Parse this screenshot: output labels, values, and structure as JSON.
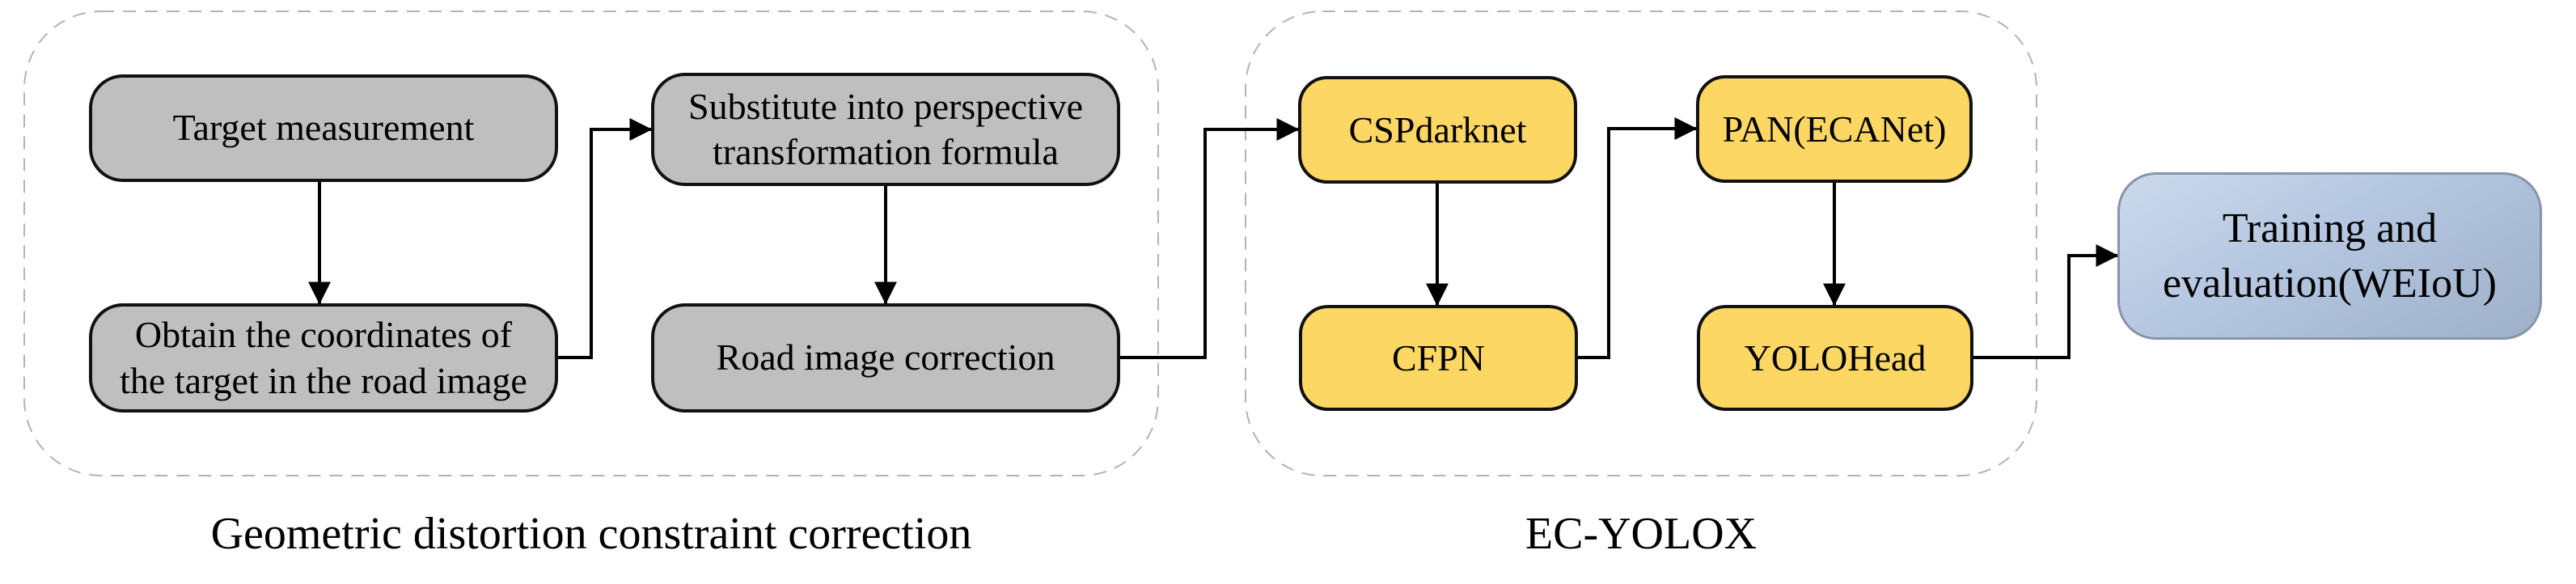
{
  "flowchart": {
    "sections": [
      {
        "id": "geometric-correction",
        "caption": "Geometric distortion constraint correction",
        "node_fill": "#bfbfbf",
        "nodes": [
          {
            "id": "target-measurement",
            "label": "Target measurement"
          },
          {
            "id": "obtain-coordinates",
            "label": "Obtain the coordinates of\nthe target in the road image"
          },
          {
            "id": "substitute-perspective",
            "label": "Substitute into perspective\ntransformation formula"
          },
          {
            "id": "road-image-correction",
            "label": "Road image correction"
          }
        ]
      },
      {
        "id": "ec-yolox",
        "caption": "EC-YOLOX",
        "node_fill": "#fcd763",
        "nodes": [
          {
            "id": "cspdarknet",
            "label": "CSPdarknet"
          },
          {
            "id": "cfpn",
            "label": "CFPN"
          },
          {
            "id": "pan-ecanet",
            "label": "PAN(ECANet)"
          },
          {
            "id": "yolohead",
            "label": "YOLOHead"
          }
        ]
      }
    ],
    "result_node": {
      "id": "training-evaluation",
      "label": "Training and\nevaluation(WEIoU)"
    },
    "edges": [
      {
        "from": "Target measurement",
        "to": "Obtain the coordinates of the target in the road image"
      },
      {
        "from": "Obtain the coordinates of the target in the road image",
        "to": "Substitute into perspective transformation formula"
      },
      {
        "from": "Substitute into perspective transformation formula",
        "to": "Road image correction"
      },
      {
        "from": "Road image correction",
        "to": "CSPdarknet"
      },
      {
        "from": "CSPdarknet",
        "to": "CFPN"
      },
      {
        "from": "CFPN",
        "to": "PAN(ECANet)"
      },
      {
        "from": "PAN(ECANet)",
        "to": "YOLOHead"
      },
      {
        "from": "YOLOHead",
        "to": "Training and evaluation(WEIoU)"
      }
    ],
    "colors": {
      "gray_node_fill": "#bfbfbf",
      "yellow_node_fill": "#fcd763",
      "node_border": "#111111",
      "result_fill_top": "#ccd9ec",
      "result_fill_bottom": "#9fb1c9",
      "result_border": "#8795aa",
      "container_dash": "#b3b3b3",
      "arrow": "#000000",
      "text": "#000000",
      "background": "#ffffff"
    }
  }
}
